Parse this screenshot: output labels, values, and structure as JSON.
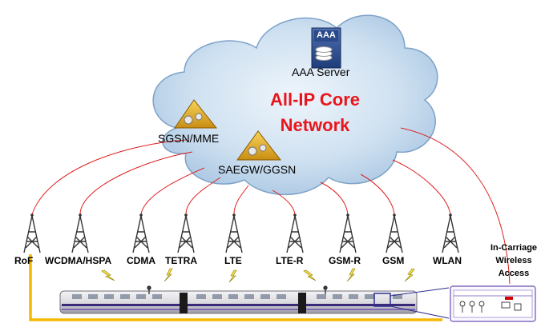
{
  "core": {
    "title_line1": "All-IP Core",
    "title_line2": "Network",
    "title_color": "#e8161c",
    "cloud_color": "#b9d4ea"
  },
  "nodes": {
    "aaa_badge": "AAA",
    "aaa_label": "AAA Server",
    "sgsn_label": "SGSN/MME",
    "saegw_label": "SAEGW/GGSN"
  },
  "towers": [
    {
      "label": "RoF"
    },
    {
      "label": "WCDMA/HSPA"
    },
    {
      "label": "CDMA"
    },
    {
      "label": "TETRA"
    },
    {
      "label": "LTE"
    },
    {
      "label": "LTE-R"
    },
    {
      "label": "GSM-R"
    },
    {
      "label": "GSM"
    },
    {
      "label": "WLAN"
    }
  ],
  "access": {
    "line1": "In-Carriage",
    "line2": "Wireless",
    "line3": "Access"
  },
  "colors": {
    "link": "#e02020",
    "fiber": "#f5b800",
    "train_stripe": "#3b2a78",
    "inset_border": "#6a4fb0"
  }
}
